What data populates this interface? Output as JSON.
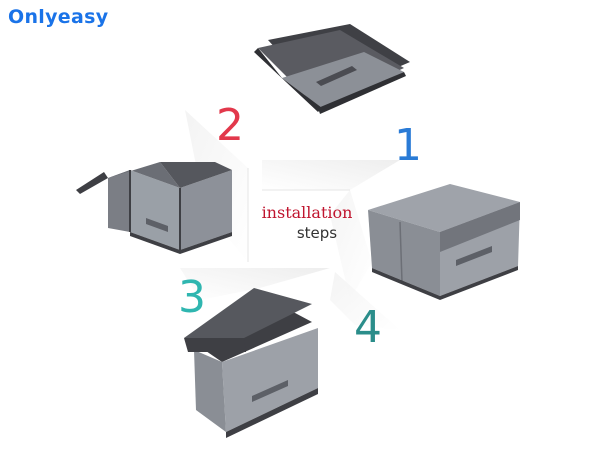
{
  "brand": {
    "name": "Onlyeasy",
    "color": "#1a73e8"
  },
  "center": {
    "title": "installation",
    "subtitle": "steps",
    "title_color": "#c0152f"
  },
  "steps": [
    {
      "number": "1",
      "color": "#2a7bd6"
    },
    {
      "number": "2",
      "color": "#e2384b"
    },
    {
      "number": "3",
      "color": "#2fb6b0"
    },
    {
      "number": "4",
      "color": "#2a8d8a"
    }
  ],
  "colors": {
    "fabric_dark": "#55565c",
    "fabric_light": "#8f939a",
    "fabric_mid": "#6f7279",
    "trim": "#3e3f44"
  }
}
